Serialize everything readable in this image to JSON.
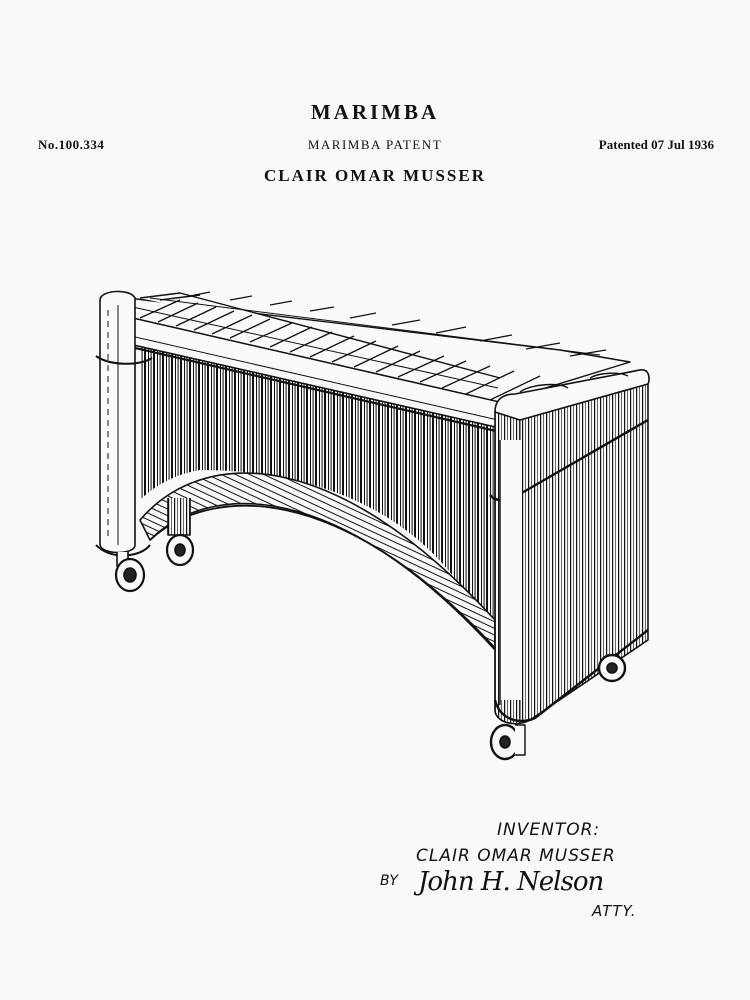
{
  "header": {
    "title": "MARIMBA",
    "patent_number": "No.100.334",
    "subtitle": "MARIMBA PATENT",
    "patent_date": "Patented 07 Jul 1936",
    "inventor_heading": "CLAIR OMAR MUSSER"
  },
  "drawing": {
    "subject": "marimba-illustration",
    "line_color": "#111111",
    "background": "#fafafa"
  },
  "signature": {
    "inventor_label": "INVENTOR:",
    "inventor_name": "CLAIR OMAR MUSSER",
    "by_label": "BY",
    "attorney_signature": "John H. Nelson",
    "attorney_label": "ATTY."
  }
}
